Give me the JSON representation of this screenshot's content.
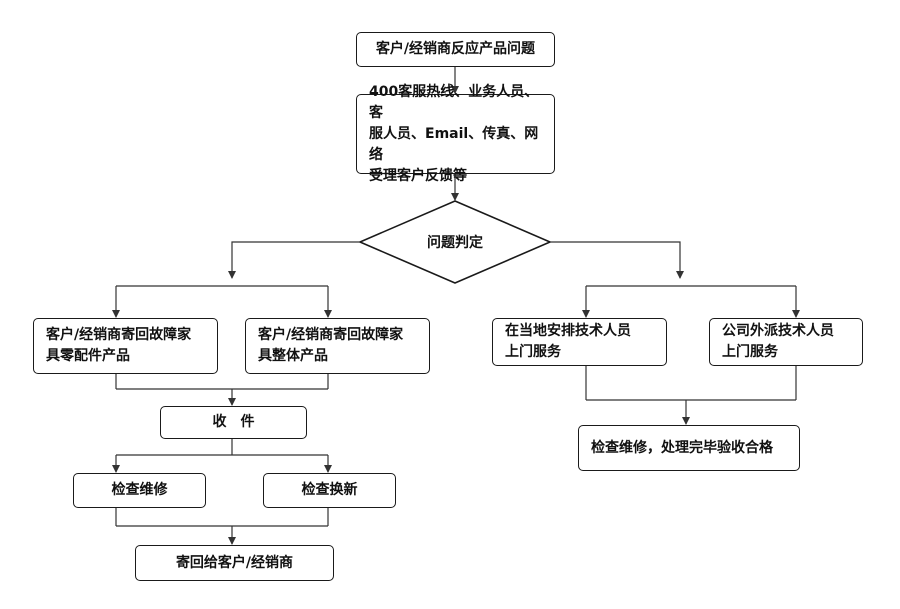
{
  "diagram": {
    "type": "flowchart",
    "nodes": {
      "start": "客户/经销商反应产品问题",
      "intake": "400客服热线、业务人员、客\n服人员、Email、传真、网络\n受理客户反馈等",
      "decision": "问题判定",
      "parts_return": "客户/经销商寄回故障家\n具零配件产品",
      "whole_return": "客户/经销商寄回故障家\n具整体产品",
      "receive": "收　件",
      "repair": "检查维修",
      "replace": "检查换新",
      "ship_back": "寄回给客户/经销商",
      "local_tech": "在当地安排技术人员\n上门服务",
      "company_tech": "公司外派技术人员\n上门服务",
      "final": "检查维修，处理完毕验收合格"
    }
  },
  "colors": {
    "line": "#333333",
    "border": "#1a1a1a",
    "text": "#111111",
    "background": "#ffffff"
  }
}
